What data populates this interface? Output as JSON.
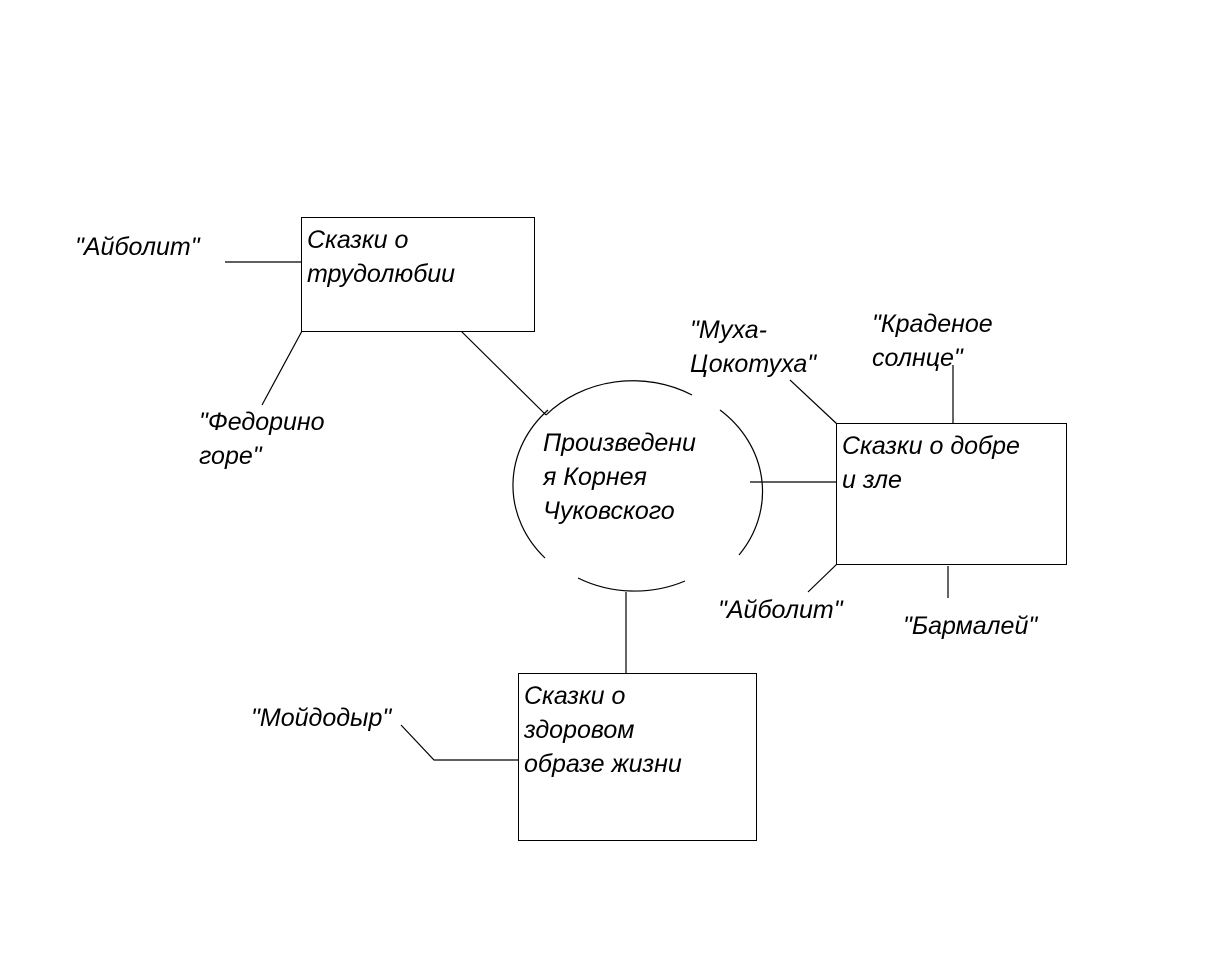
{
  "center": {
    "text": "Произведени\nя Корнея\nЧуковского"
  },
  "categories": [
    {
      "id": "labor",
      "text": "Сказки о\nтрудолюбии"
    },
    {
      "id": "good-evil",
      "text": "Сказки о добре\nи зле"
    },
    {
      "id": "health",
      "text": "Сказки о\nздоровом\nобразе жизни"
    }
  ],
  "works": {
    "aibolit_labor": "\"Айболит\"",
    "fedorino_gore": "\"Федорино\nгоре\"",
    "mukha_tsokotukha": "\"Муха-\nЦокотуха\"",
    "kradenoe_solntse": "\"Краденое\nсолнце\"",
    "aibolit_good": "\"Айболит\"",
    "barmalei": "\"Бармалей\"",
    "moidodyr": "\"Мойдодыр\""
  }
}
